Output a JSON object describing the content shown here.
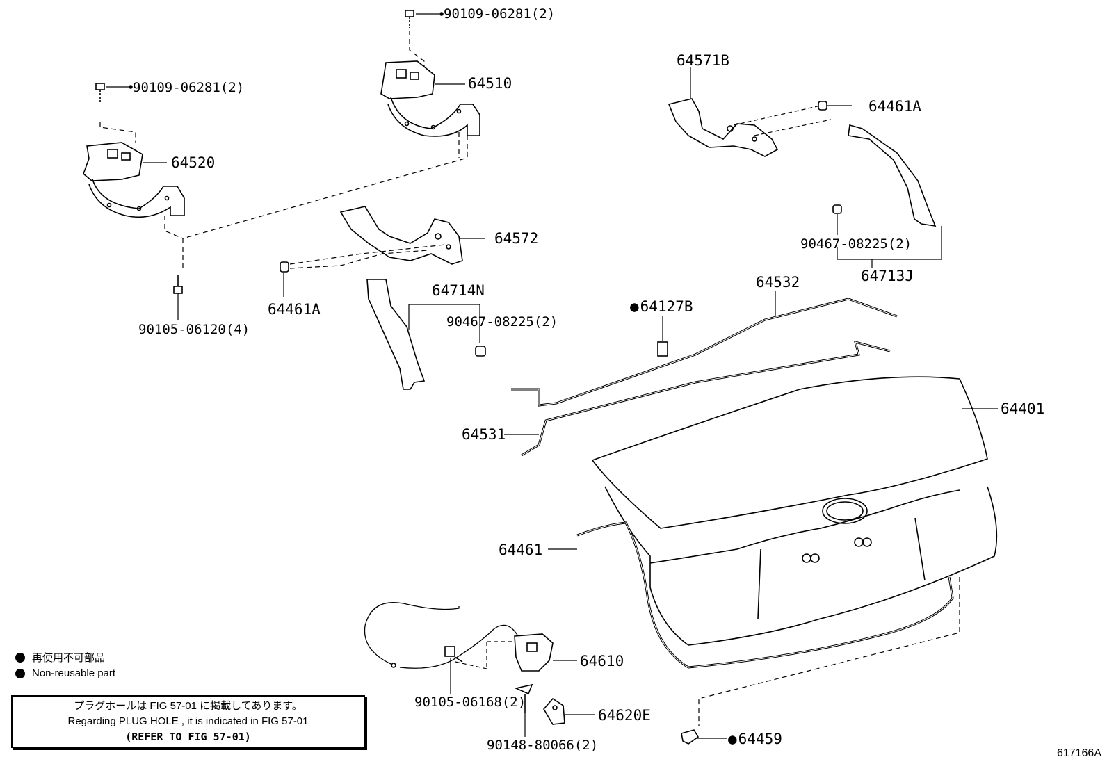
{
  "parts": {
    "p90109_top": "90109-06281(2)",
    "p64510": "64510",
    "p90109_left": "90109-06281(2)",
    "p64520": "64520",
    "p64571B": "64571B",
    "p64461A_right": "64461A",
    "p64572": "64572",
    "p90467_right": "90467-08225(2)",
    "p64713J": "64713J",
    "p64461A_left": "64461A",
    "p90105_06120": "90105-06120(4)",
    "p64714N": "64714N",
    "p90467_mid": "90467-08225(2)",
    "p64532": "64532",
    "p64127B": "64127B",
    "p64401": "64401",
    "p64531": "64531",
    "p64461": "64461",
    "p64610": "64610",
    "p90105_06168": "90105-06168(2)",
    "p64620E": "64620E",
    "p90148": "90148-80066(2)",
    "p64459": "64459"
  },
  "legend": {
    "ja": "再使用不可部品",
    "en": "Non-reusable part"
  },
  "note": {
    "line1": "プラグホールは FIG 57-01 に掲載してあります。",
    "line2": "Regarding PLUG HOLE , it is indicated in FIG 57-01",
    "line3": "(REFER TO FIG 57-01)"
  },
  "figure_id": "617166A"
}
